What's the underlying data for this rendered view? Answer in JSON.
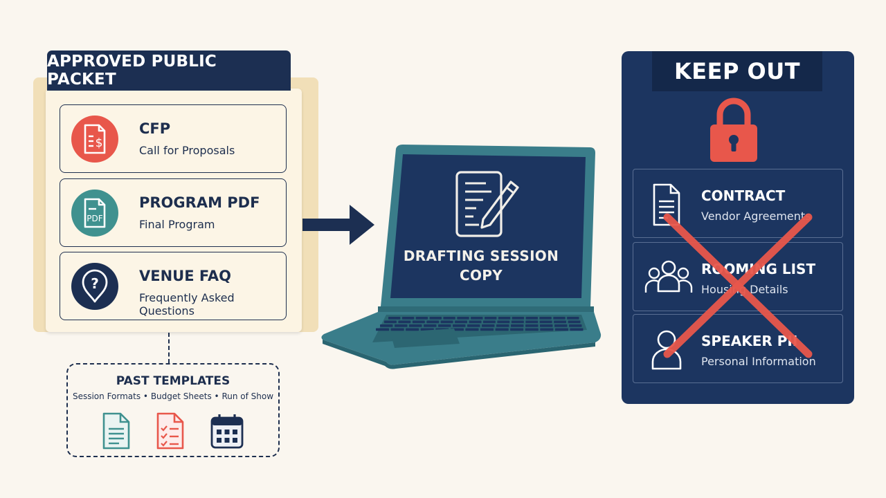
{
  "packet": {
    "title": "APPROVED PUBLIC PACKET",
    "items": [
      {
        "title": "CFP",
        "subtitle": "Call for Proposals",
        "icon": "invoice-dollar-icon",
        "color": "#e8574b"
      },
      {
        "title": "PROGRAM PDF",
        "subtitle": "Final Program",
        "icon": "pdf-file-icon",
        "color": "#3f918f",
        "icon_text": "PDF"
      },
      {
        "title": "VENUE FAQ",
        "subtitle": "Frequently Asked Questions",
        "icon": "question-pin-icon",
        "color": "#1c2f52"
      }
    ]
  },
  "templates": {
    "title": "PAST TEMPLATES",
    "subtitle": "Session Formats • Budget Sheets • Run of Show",
    "icons": [
      "document-icon",
      "checklist-icon",
      "calendar-icon"
    ]
  },
  "laptop": {
    "screen_label_line1": "DRAFTING SESSION",
    "screen_label_line2": "COPY",
    "icon": "document-pencil-icon"
  },
  "keep_out": {
    "title": "KEEP OUT",
    "items": [
      {
        "title": "CONTRACT",
        "subtitle": "Vendor Agreements",
        "icon": "contract-document-icon"
      },
      {
        "title": "ROOMING LIST",
        "subtitle": "Housing Details",
        "icon": "group-people-icon"
      },
      {
        "title": "SPEAKER PII",
        "subtitle": "Personal Information",
        "icon": "person-icon"
      }
    ]
  },
  "colors": {
    "navy": "#1c2f52",
    "panel": "#1c3560",
    "coral": "#e8574b",
    "teal": "#3f918f",
    "laptop": "#3a7d8a",
    "cream": "#fcf4e3",
    "background": "#faf6ef"
  }
}
